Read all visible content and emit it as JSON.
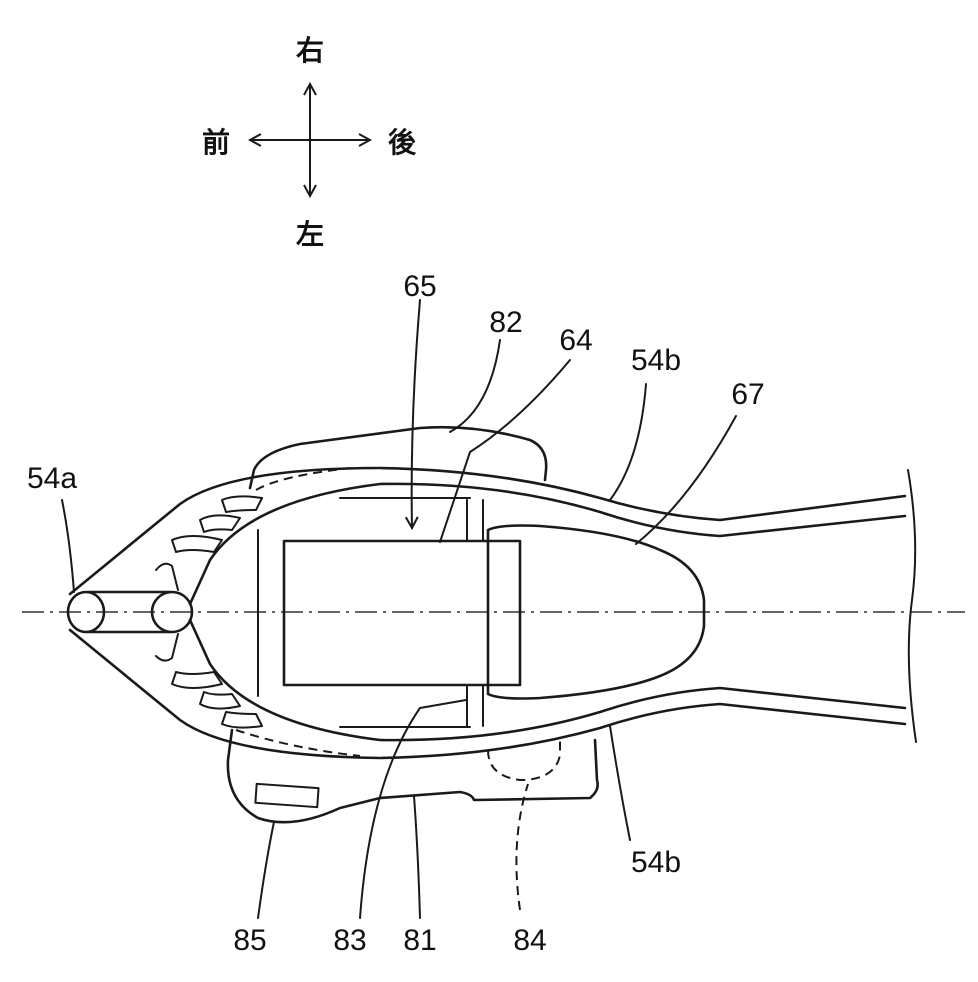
{
  "directions": {
    "right": "右",
    "left": "左",
    "front": "前",
    "rear": "後"
  },
  "labels": {
    "l54a": "54a",
    "l65": "65",
    "l82": "82",
    "l64": "64",
    "l54b_top": "54b",
    "l67": "67",
    "l54b_bottom": "54b",
    "l85": "85",
    "l83": "83",
    "l81": "81",
    "l84": "84"
  }
}
